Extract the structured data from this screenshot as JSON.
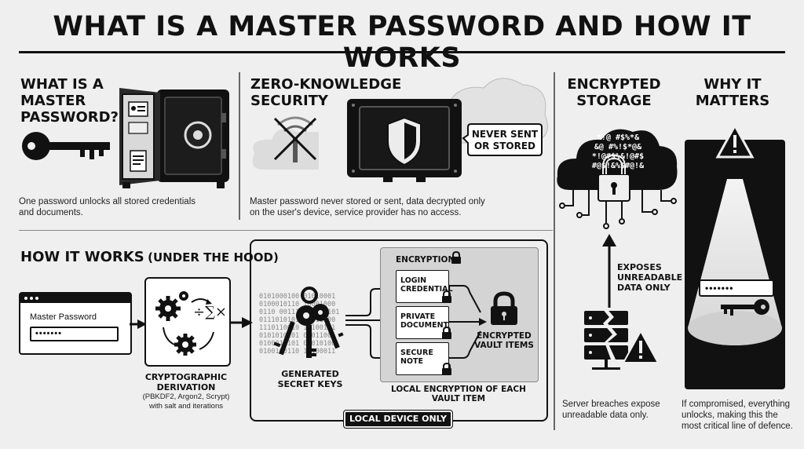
{
  "title": "WHAT IS A MASTER PASSWORD AND HOW IT WORKS",
  "section1": {
    "heading_lines": [
      "WHAT IS A",
      "MASTER",
      "PASSWORD?"
    ],
    "description_lines": [
      "One password unlocks all stored credentials",
      "and documents."
    ]
  },
  "section2": {
    "heading_lines": [
      "ZERO-KNOWLEDGE",
      "SECURITY"
    ],
    "bubble_lines": [
      "NEVER SENT",
      "OR STORED"
    ],
    "description_lines": [
      "Master password never stored or sent, data decrypted only",
      "on the user's device, service provider has no access."
    ]
  },
  "section3": {
    "heading": "ENCRYPTED",
    "heading2": "STORAGE",
    "cloud_symbols": [
      "*!@ #$%*&",
      "&@ #%!$*@&",
      "*!@#$%&!@#$",
      "#@$!&%$#@!&"
    ],
    "exposes_lines": [
      "EXPOSES",
      "UNREADABLE",
      "DATA ONLY"
    ],
    "description_lines": [
      "Server breaches expose",
      "unreadable data only."
    ]
  },
  "section4": {
    "heading_lines": [
      "WHY IT",
      "MATTERS"
    ],
    "critical_lines": [
      "MOST CRITICAL",
      "LINE OF DEFENCE"
    ],
    "description_lines": [
      "If compromised, everything",
      "unlocks, making this the",
      "most critical line of defence."
    ]
  },
  "how": {
    "heading_main": "HOW IT WORKS",
    "heading_sub": "(UNDER THE HOOD)",
    "input_label": "Master Password",
    "masked": "•••••••",
    "math_glyph": "÷∑×",
    "derivation_lines": [
      "CRYPTOGRAPHIC",
      "DERIVATION"
    ],
    "derivation_sub_lines": [
      "(PBKDF2, Argon2, Scrypt)",
      "with salt and iterations"
    ],
    "binary_lines": [
      "0101000100 01010001",
      "0100010110 10001000",
      "0110 001110 10010101",
      "0111010101 00011000",
      "1110110010 10100101",
      "0101010101 01011001",
      "0100010101 01010100",
      "0100100110 10100011"
    ],
    "keys_lines": [
      "GENERATED",
      "SECRET KEYS"
    ],
    "encryption_label": "ENCRYPTION",
    "docs": [
      {
        "lines": [
          "LOGIN",
          "CREDENTIAL"
        ]
      },
      {
        "lines": [
          "PRIVATE",
          "DOCUMENT"
        ]
      },
      {
        "lines": [
          "SECURE",
          "NOTE"
        ]
      }
    ],
    "vault_lines": [
      "ENCRYPTED",
      "VAULT ITEMS"
    ],
    "local_lines": [
      "LOCAL ENCRYPTION OF EACH",
      "VAULT ITEM"
    ],
    "device_badge": "LOCAL DEVICE ONLY"
  }
}
